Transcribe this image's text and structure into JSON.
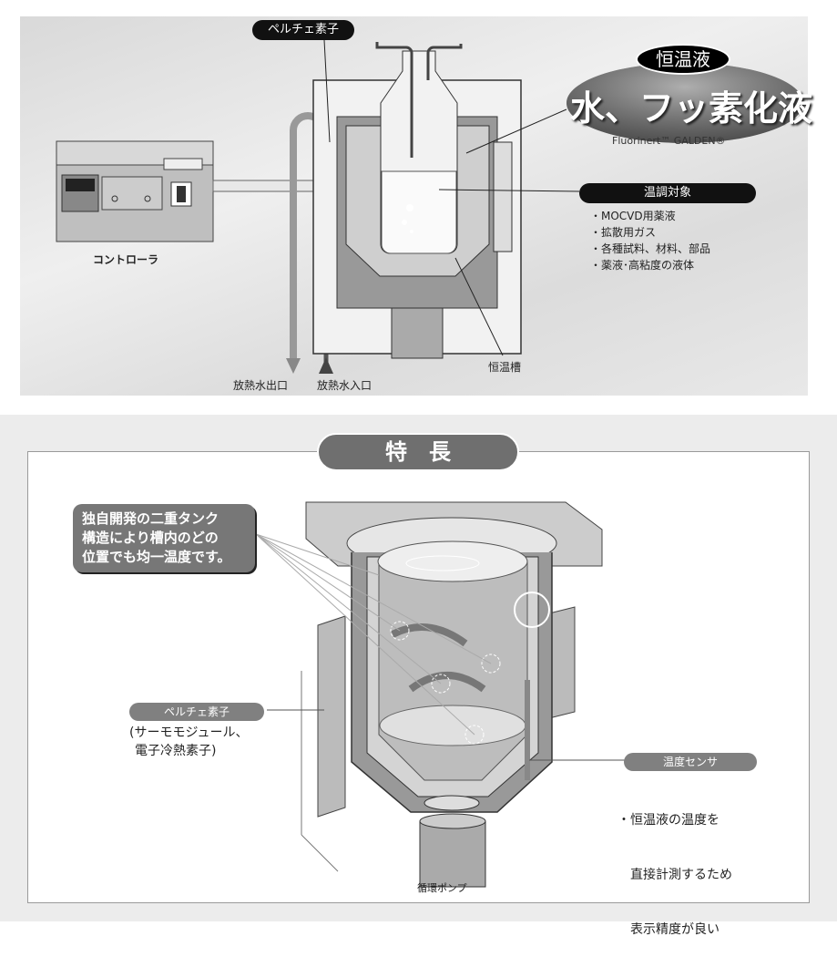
{
  "top": {
    "peltier_label": "ペルチェ素子",
    "controller_label": "コントローラ",
    "fluid_badge": "恒温液",
    "fluid_title": "水、フッ素化液",
    "fluid_brands": "Fluorinert™ GALDEN®",
    "target_header": "温調対象",
    "targets": [
      "・MOCVD用薬液",
      "・拡散用ガス",
      "・各種試料、材料、部品",
      "・薬液･高粘度の液体"
    ],
    "bath_label": "恒温槽",
    "water_out": "放熱水出口",
    "water_in": "放熱水入口"
  },
  "features": {
    "title": "特　長",
    "callout": [
      "独自開発の二重タンク",
      "構造により槽内のどの",
      "位置でも均一温度です。"
    ],
    "peltier_label": "ペルチェ素子",
    "peltier_desc": [
      "(サーモモジュール、",
      "電子冷熱素子)"
    ],
    "sensor_label": "温度センサ",
    "sensor_desc": [
      "・恒温液の温度を",
      "　直接計測するため",
      "　表示精度が良い"
    ],
    "pump_label": "循環ポンプ"
  }
}
